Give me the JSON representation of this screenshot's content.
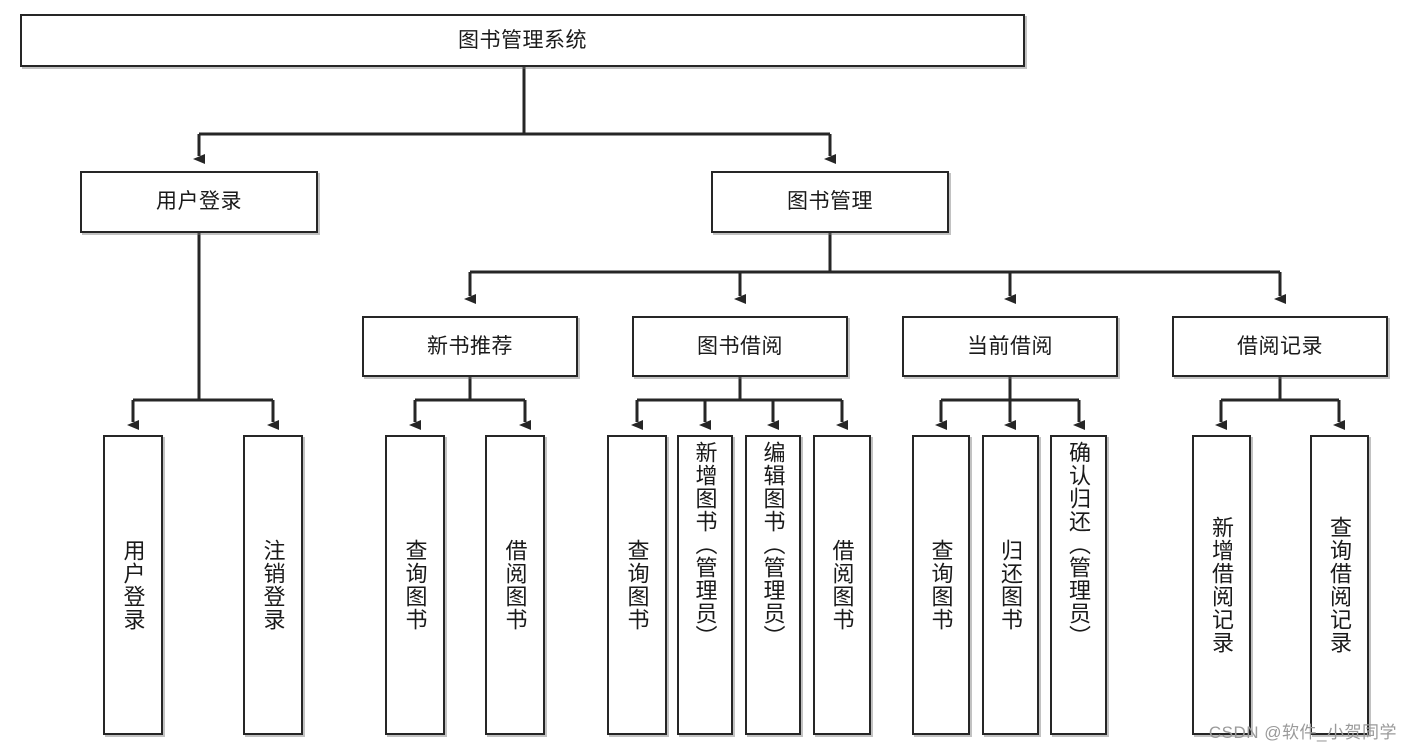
{
  "diagram": {
    "title": "图书管理系统",
    "type": "hierarchy-tree",
    "watermark": "CSDN @软件_小贺同学",
    "colors": {
      "box_border": "#262626",
      "box_fill": "#ffffff",
      "connector": "#262626",
      "text": "#1a1a1a",
      "watermark": "#9a9a9a"
    },
    "nodes": {
      "root": {
        "label": "图书管理系统"
      },
      "level2": [
        {
          "id": "user-login",
          "label": "用户登录"
        },
        {
          "id": "book-management",
          "label": "图书管理"
        }
      ],
      "level3": [
        {
          "id": "new-book-recommend",
          "label": "新书推荐"
        },
        {
          "id": "book-borrow",
          "label": "图书借阅"
        },
        {
          "id": "current-borrow",
          "label": "当前借阅"
        },
        {
          "id": "borrow-record",
          "label": "借阅记录"
        }
      ],
      "leaves": {
        "user-login": [
          {
            "id": "leaf-user-login",
            "label": "用户登录"
          },
          {
            "id": "leaf-logout-login",
            "label": "注销登录"
          }
        ],
        "new-book-recommend": [
          {
            "id": "leaf-query-book-1",
            "label": "查询图书"
          },
          {
            "id": "leaf-borrow-book-1",
            "label": "借阅图书"
          }
        ],
        "book-borrow": [
          {
            "id": "leaf-query-book-2",
            "label": "查询图书"
          },
          {
            "id": "leaf-add-book-admin",
            "label": "新增图书（管理员）"
          },
          {
            "id": "leaf-edit-book-admin",
            "label": "编辑图书（管理员）"
          },
          {
            "id": "leaf-borrow-book-2",
            "label": "借阅图书"
          }
        ],
        "current-borrow": [
          {
            "id": "leaf-query-book-3",
            "label": "查询图书"
          },
          {
            "id": "leaf-return-book",
            "label": "归还图书"
          },
          {
            "id": "leaf-confirm-return-admin",
            "label": "确认归还（管理员）"
          }
        ],
        "borrow-record": [
          {
            "id": "leaf-add-borrow-record",
            "label": "新增借阅记录"
          },
          {
            "id": "leaf-query-borrow-record",
            "label": "查询借阅记录"
          }
        ]
      }
    }
  }
}
